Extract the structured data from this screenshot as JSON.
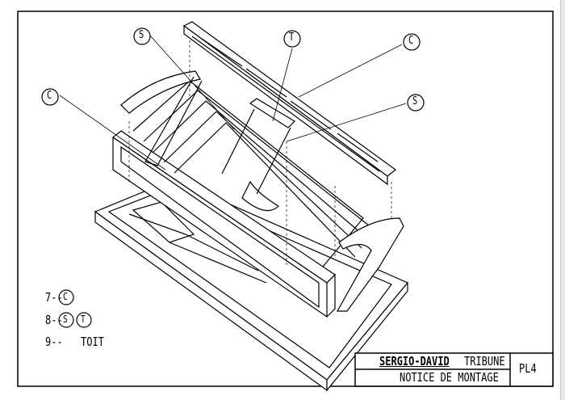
{
  "title_block": {
    "line1_left": "SERGIO-DAVID",
    "line1_right": "TRIBUNE",
    "line2": "NOTICE DE MONTAGE",
    "sheet": "PL4"
  },
  "legend": [
    {
      "step": "7--",
      "parts": [
        "C"
      ]
    },
    {
      "step": "8--",
      "parts": [
        "S",
        "T"
      ]
    },
    {
      "step": "9--",
      "text": "TOIT"
    }
  ],
  "callouts": [
    "S",
    "T",
    "C",
    "C",
    "S"
  ]
}
